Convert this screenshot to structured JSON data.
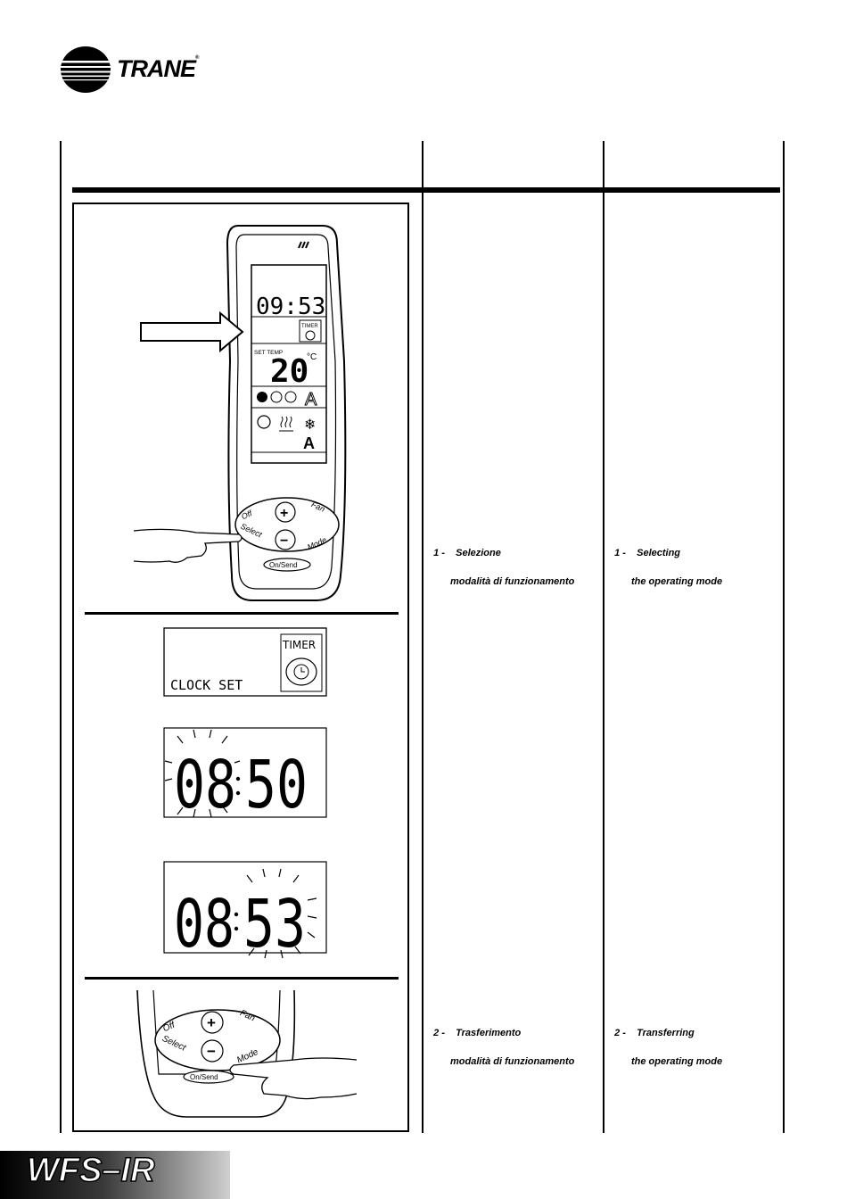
{
  "brand": {
    "name": "TRANE",
    "icon": "trane-globe-logo"
  },
  "remote": {
    "time": "09:53",
    "timer_label": "TIMER",
    "set_temp_label": "SET TEMP",
    "temperature": "20",
    "temp_unit": "°C",
    "auto_label": "A",
    "buttons": {
      "off": "Off",
      "fan": "Fan",
      "select": "Select",
      "mode": "Mode",
      "plus": "+",
      "minus": "−",
      "on_send": "On/Send"
    }
  },
  "displays": {
    "clock_set_label": "CLOCK SET",
    "timer_label": "TIMER",
    "hours_blink": "08",
    "minutes_blink": "50",
    "hours_set": "08",
    "minutes_set": "53"
  },
  "steps": {
    "it": [
      {
        "num": "1 -",
        "line1": "Selezione",
        "line2": "modalità di funzionamento"
      },
      {
        "num": "2 -",
        "line1": "Trasferimento",
        "line2": "modalità di funzionamento"
      }
    ],
    "en": [
      {
        "num": "1 -",
        "line1": "Selecting",
        "line2": "the operating mode"
      },
      {
        "num": "2 -",
        "line1": "Transferring",
        "line2": "the operating mode"
      }
    ]
  },
  "footer": {
    "model": "WFS–IR"
  }
}
